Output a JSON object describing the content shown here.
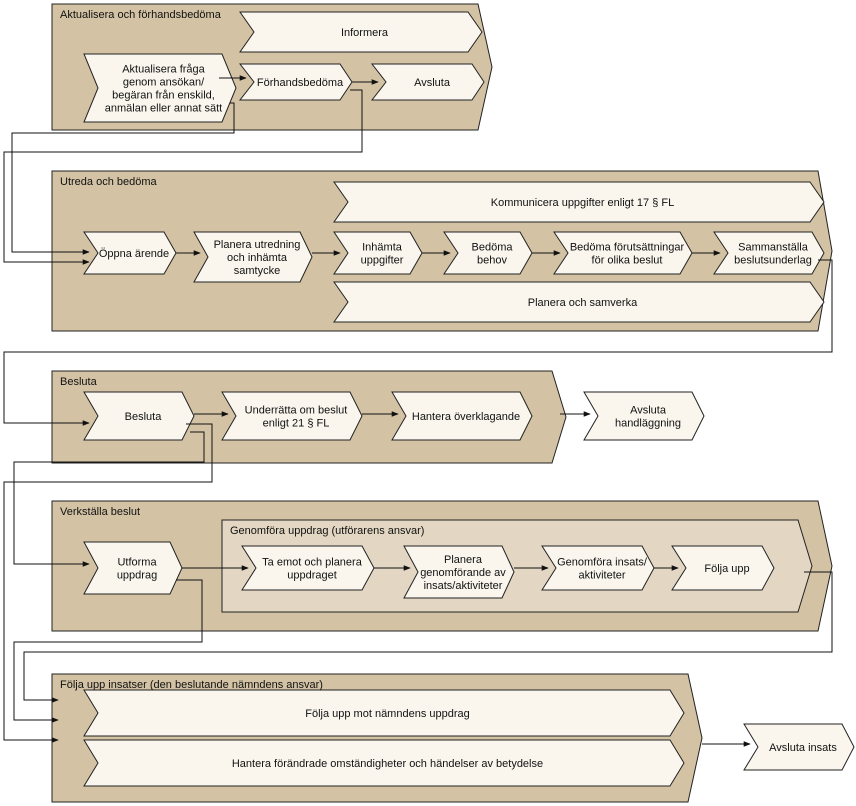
{
  "phases": {
    "p1": "Aktualisera och förhandsbedöma",
    "p2": "Utreda och bedöma",
    "p3": "Besluta",
    "p4": "Verkställa beslut",
    "p4_inner": "Genomföra uppdrag (utförarens ansvar)",
    "p5": "Följa upp insatser (den beslutande nämndens ansvar)"
  },
  "steps": {
    "informera": [
      "Informera"
    ],
    "aktualisera": [
      "Aktualisera fråga",
      "genom ansökan/",
      "begäran från enskild,",
      "anmälan eller annat sätt"
    ],
    "forhandsbedoma": [
      "Förhandsbedöma"
    ],
    "avsluta1": [
      "Avsluta"
    ],
    "kommunicera": [
      "Kommunicera uppgifter enligt 17 § FL"
    ],
    "oppna": [
      "Öppna ärende"
    ],
    "planera_utredning": [
      "Planera utredning",
      "och inhämta",
      "samtycke"
    ],
    "inhamta": [
      "Inhämta",
      "uppgifter"
    ],
    "bedoma_behov": [
      "Bedöma",
      "behov"
    ],
    "bedoma_forutsattningar": [
      "Bedöma förutsättningar",
      "för olika beslut"
    ],
    "sammanstalla": [
      "Sammanställa",
      "beslutsunderlag"
    ],
    "planera_samverka": [
      "Planera och samverka"
    ],
    "besluta": [
      "Besluta"
    ],
    "underratta": [
      "Underrätta om beslut",
      "enligt 21 § FL"
    ],
    "hantera_overklagande": [
      "Hantera överklagande"
    ],
    "avsluta_handlaggning": [
      "Avsluta",
      "handläggning"
    ],
    "utforma": [
      "Utforma",
      "uppdrag"
    ],
    "ta_emot": [
      "Ta emot och planera",
      "uppdraget"
    ],
    "planera_genomforande": [
      "Planera",
      "genomförande av",
      "insats/aktiviteter"
    ],
    "genomfora_insats": [
      "Genomföra insats/",
      "aktiviteter"
    ],
    "folja_upp": [
      "Följa upp"
    ],
    "folja_upp_namnd": [
      "Följa upp mot nämndens uppdrag"
    ],
    "hantera_forandrade": [
      "Hantera förändrade omständigheter och händelser av betydelse"
    ],
    "avsluta_insats": [
      "Avsluta insats"
    ]
  }
}
